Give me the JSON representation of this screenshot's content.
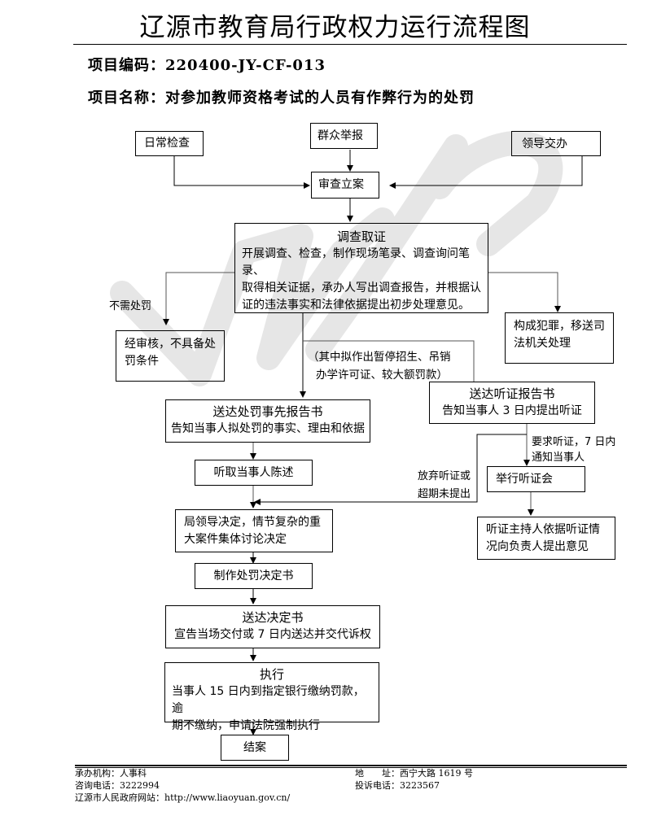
{
  "header": {
    "title": "辽源市教育局行政权力运行流程图",
    "code_label": "项目编码：",
    "code_value": "220400-JY-CF-013",
    "name_label": "项目名称：",
    "name_value": "对参加教师资格考试的人员有作弊行为的处罚"
  },
  "flow": {
    "sources": [
      "日常检查",
      "群众举报",
      "领导交办"
    ],
    "filing": "审查立案",
    "investigation": {
      "title": "调查取证",
      "lines": [
        "开展调查、检查，制作现场笔录、调查询问笔录、",
        "取得相关证据，承办人写出调查报告，并根据认",
        "证的违法事实和法律依据提出初步处理意见。"
      ]
    },
    "no_penalty_label": "不需处罚",
    "no_penalty_box": [
      "经审核，不具备处",
      "罚条件"
    ],
    "criminal_box": [
      "构成犯罪，移送司",
      "法机关处理"
    ],
    "hearing_condition": [
      "（其中拟作出暂停招生、吊销",
      "办学许可证、较大额罚款）"
    ],
    "prior_notice": {
      "title": "送达处罚事先报告书",
      "line": "告知当事人拟处罚的事实、理由和依据"
    },
    "hearing_notice": {
      "title": "送达听证报告书",
      "line": "告知当事人 3 日内提出听证"
    },
    "request_hearing_label": [
      "要求听证，7 日内",
      "通知当事人"
    ],
    "waive_label": [
      "放弃听证或",
      "超期未提出"
    ],
    "hold_hearing": "举行听证会",
    "hearing_opinion": [
      "听证主持人依据听证情",
      "况向负责人提出意见"
    ],
    "statement": "听取当事人陈述",
    "decision": [
      "局领导决定，情节复杂的重",
      "大案件集体讨论决定"
    ],
    "make_decision": "制作处罚决定书",
    "deliver_decision": {
      "title": "送达决定书",
      "line": "宣告当场交付或 7 日内送达并交代诉权"
    },
    "execution": {
      "title": "执行",
      "lines": [
        "当事人 15 日内到指定银行缴纳罚款，逾",
        "期不缴纳，申请法院强制执行"
      ]
    },
    "close": "结案"
  },
  "footer": {
    "org": "承办机构：人事科",
    "phone": "咨询电话：3222994",
    "website": "辽源市人民政府网站：http://www.liaoyuan.gov.cn/",
    "address": "地　　址：西宁大路 1619 号",
    "complaint": "投诉电话：3223567"
  },
  "watermark": "WPS"
}
